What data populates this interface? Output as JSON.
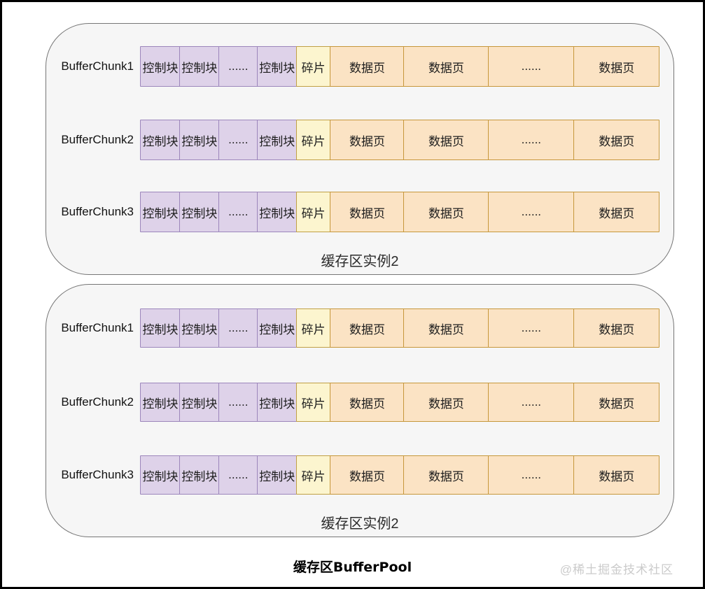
{
  "colors": {
    "frame_border": "#000000",
    "page_bg": "#ffffff",
    "container_fill": "#f6f6f6",
    "container_border": "#767676",
    "control_fill": "#ded2e9",
    "control_border": "#9c86bb",
    "fragment_fill": "#fcf5cf",
    "fragment_border": "#c0a045",
    "page_fill": "#fbe3c4",
    "page_border": "#c6973b",
    "watermark_color": "#cbcbcb"
  },
  "cell_types": [
    "control",
    "control",
    "control",
    "control",
    "fragment",
    "page",
    "page",
    "page",
    "page"
  ],
  "instances": [
    {
      "caption": "缓存区实例2",
      "chunks": [
        {
          "label": "BufferChunk1",
          "cells": [
            "控制块",
            "控制块",
            "......",
            "控制块",
            "碎片",
            "数据页",
            "数据页",
            "......",
            "数据页"
          ]
        },
        {
          "label": "BufferChunk2",
          "cells": [
            "控制块",
            "控制块",
            "......",
            "控制块",
            "碎片",
            "数据页",
            "数据页",
            "......",
            "数据页"
          ]
        },
        {
          "label": "BufferChunk3",
          "cells": [
            "控制块",
            "控制块",
            "......",
            "控制块",
            "碎片",
            "数据页",
            "数据页",
            "......",
            "数据页"
          ]
        }
      ]
    },
    {
      "caption": "缓存区实例2",
      "chunks": [
        {
          "label": "BufferChunk1",
          "cells": [
            "控制块",
            "控制块",
            "......",
            "控制块",
            "碎片",
            "数据页",
            "数据页",
            "......",
            "数据页"
          ]
        },
        {
          "label": "BufferChunk2",
          "cells": [
            "控制块",
            "控制块",
            "......",
            "控制块",
            "碎片",
            "数据页",
            "数据页",
            "......",
            "数据页"
          ]
        },
        {
          "label": "BufferChunk3",
          "cells": [
            "控制块",
            "控制块",
            "......",
            "控制块",
            "碎片",
            "数据页",
            "数据页",
            "......",
            "数据页"
          ]
        }
      ]
    }
  ],
  "footer": {
    "title": "缓存区BufferPool",
    "watermark": "@稀土掘金技术社区"
  }
}
